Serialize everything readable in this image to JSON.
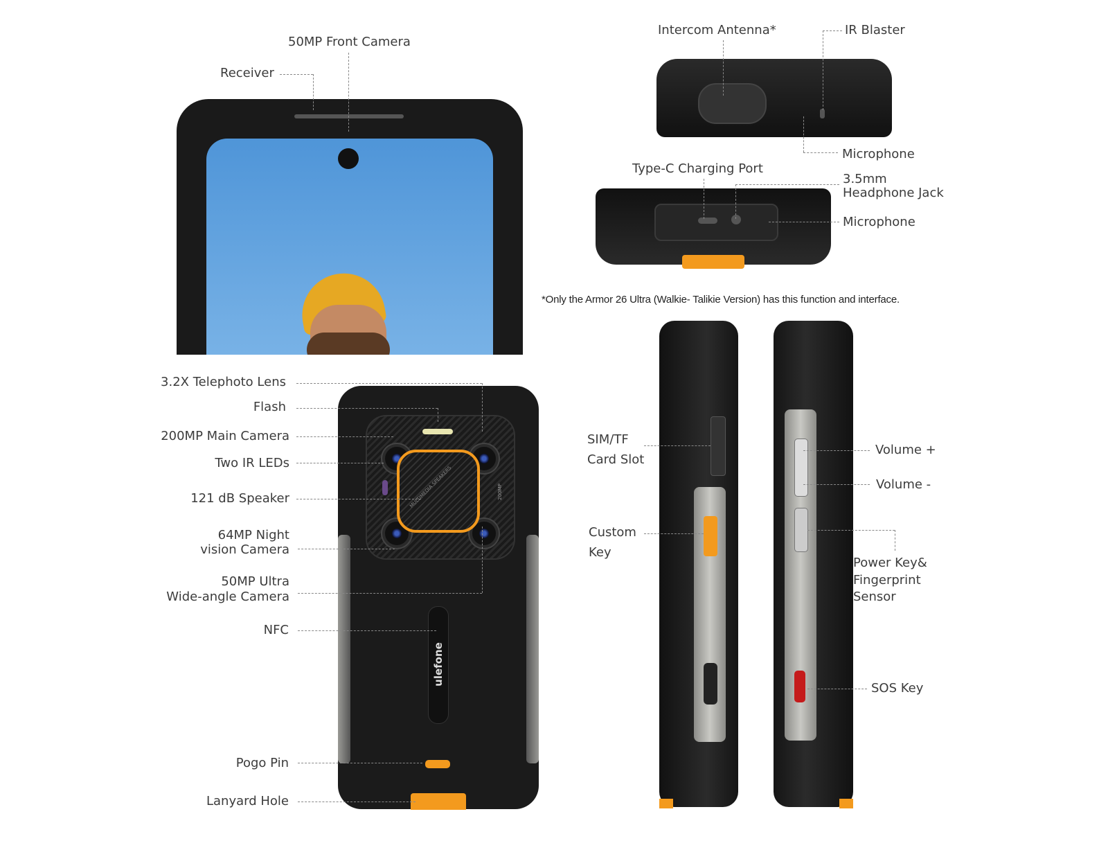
{
  "front_view": {
    "labels": {
      "front_camera": "50MP Front Camera",
      "receiver": "Receiver"
    }
  },
  "top_view": {
    "labels": {
      "intercom_antenna": "Intercom Antenna*",
      "ir_blaster": "IR Blaster",
      "microphone": "Microphone"
    }
  },
  "bottom_view": {
    "labels": {
      "type_c": "Type-C Charging Port",
      "headphone_line1": "3.5mm",
      "headphone_line2": "Headphone Jack",
      "microphone": "Microphone"
    }
  },
  "footnote": "*Only the Armor 26 Ultra (Walkie- Talikie Version) has this function and interface.",
  "back_view": {
    "labels": [
      "3.2X Telephoto Lens",
      "Flash",
      "200MP Main Camera",
      "Two IR LEDs",
      "121 dB Speaker",
      "64MP Night",
      "vision Camera",
      "50MP Ultra",
      "Wide-angle Camera",
      "NFC",
      "Pogo Pin",
      "Lanyard Hole"
    ],
    "speaker_text": "MULTIMEDIA SPEAKERS",
    "camera_badge": "200MP",
    "brand_logo": "ulefone"
  },
  "side_view": {
    "labels": {
      "sim_1": "SIM/TF",
      "sim_2": "Card Slot",
      "custom_1": "Custom",
      "custom_2": "Key",
      "vol_up": "Volume +",
      "vol_down": "Volume -",
      "power_1": "Power Key&",
      "power_2": "Fingerprint",
      "power_3": "Sensor",
      "sos": "SOS Key"
    }
  },
  "colors": {
    "accent": "#f39a1e",
    "body": "#1c1c1c",
    "screen": "#5a9fdc"
  }
}
